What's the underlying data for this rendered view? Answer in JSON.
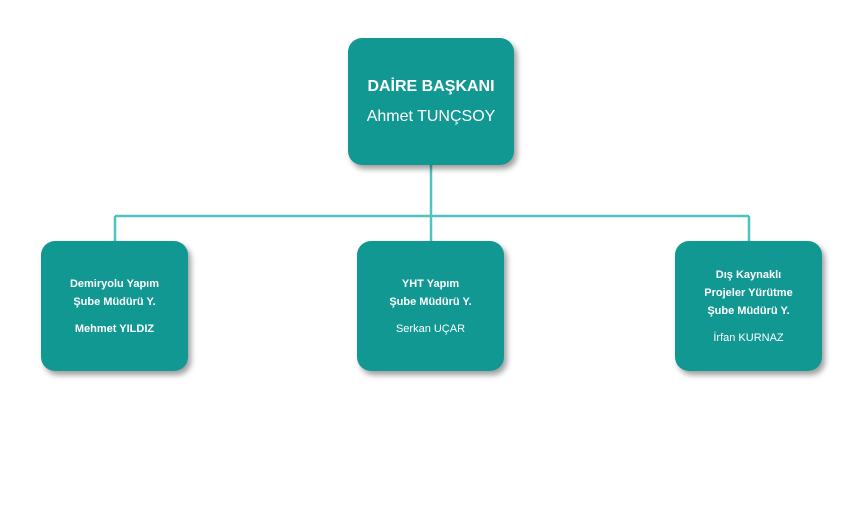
{
  "chart": {
    "line_color": "#4fc3c4",
    "box_color": "#129893",
    "root": {
      "title": "DAİRE BAŞKANI",
      "person": "Ahmet TUNÇSOY"
    },
    "children": [
      {
        "title": "Demiryolu  Yapım\nŞube Müdürü Y.",
        "person": "Mehmet YILDIZ"
      },
      {
        "title": "YHT Yapım\nŞube Müdürü Y.",
        "person": "Serkan UÇAR"
      },
      {
        "title": "Dış Kaynaklı\nProjeler Yürütme\nŞube Müdürü Y.",
        "person": "İrfan KURNAZ"
      }
    ]
  }
}
